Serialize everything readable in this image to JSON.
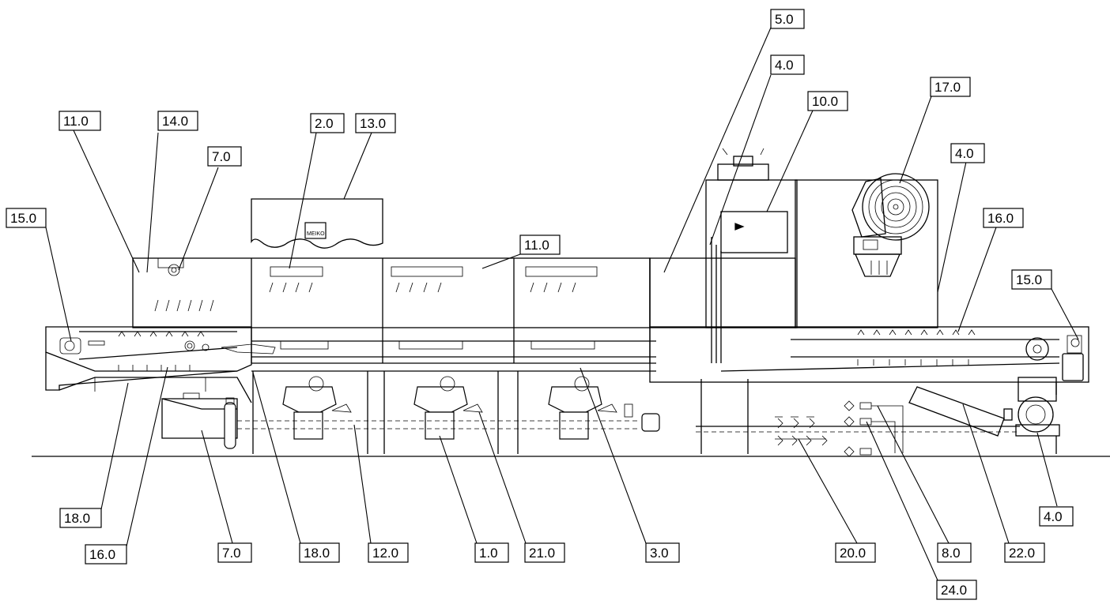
{
  "title": "",
  "brand_label": "MEIKO",
  "labels": [
    {
      "id": "lbl-5-0",
      "text": "5.0"
    },
    {
      "id": "lbl-4-0-top",
      "text": "4.0"
    },
    {
      "id": "lbl-10-0",
      "text": "10.0"
    },
    {
      "id": "lbl-17-0",
      "text": "17.0"
    },
    {
      "id": "lbl-11-0-left",
      "text": "11.0"
    },
    {
      "id": "lbl-14-0",
      "text": "14.0"
    },
    {
      "id": "lbl-2-0",
      "text": "2.0"
    },
    {
      "id": "lbl-13-0",
      "text": "13.0"
    },
    {
      "id": "lbl-7-0-top",
      "text": "7.0"
    },
    {
      "id": "lbl-4-0-right",
      "text": "4.0"
    },
    {
      "id": "lbl-15-0-left",
      "text": "15.0"
    },
    {
      "id": "lbl-16-0-right",
      "text": "16.0"
    },
    {
      "id": "lbl-11-0-mid",
      "text": "11.0"
    },
    {
      "id": "lbl-15-0-right",
      "text": "15.0"
    },
    {
      "id": "lbl-18-0-left",
      "text": "18.0"
    },
    {
      "id": "lbl-4-0-bottom",
      "text": "4.0"
    },
    {
      "id": "lbl-16-0-left",
      "text": "16.0"
    },
    {
      "id": "lbl-7-0-bottom",
      "text": "7.0"
    },
    {
      "id": "lbl-18-0-mid",
      "text": "18.0"
    },
    {
      "id": "lbl-12-0",
      "text": "12.0"
    },
    {
      "id": "lbl-1-0",
      "text": "1.0"
    },
    {
      "id": "lbl-21-0",
      "text": "21.0"
    },
    {
      "id": "lbl-3-0",
      "text": "3.0"
    },
    {
      "id": "lbl-20-0",
      "text": "20.0"
    },
    {
      "id": "lbl-8-0",
      "text": "8.0"
    },
    {
      "id": "lbl-22-0",
      "text": "22.0"
    },
    {
      "id": "lbl-24-0",
      "text": "24.0"
    }
  ]
}
